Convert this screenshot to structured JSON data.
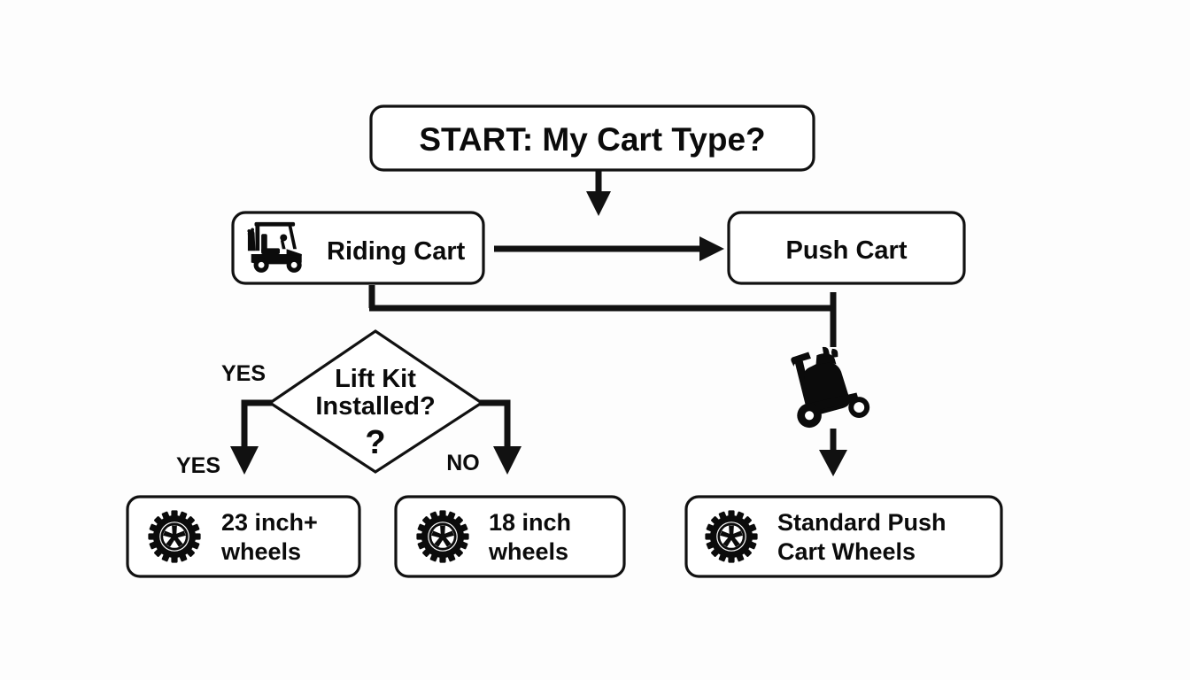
{
  "diagram": {
    "type": "flowchart",
    "title_node": "START: My Cart Type?",
    "background_color": "#fdfdfd",
    "line_color": "#111111",
    "text_color": "#0b0b0b",
    "nodes": {
      "start": {
        "label": "START: My Cart Type?",
        "shape": "rounded-rect"
      },
      "riding_cart": {
        "label": "Riding Cart",
        "shape": "rounded-rect",
        "icon": "golf-cart-icon"
      },
      "push_cart": {
        "label": "Push Cart",
        "shape": "rounded-rect"
      },
      "decision": {
        "line1": "Lift Kit",
        "line2": "Installed?",
        "mark": "?",
        "shape": "diamond"
      },
      "result_big_wheels": {
        "line1": "23 inch+",
        "line2": "wheels",
        "shape": "rounded-rect",
        "icon": "tire-icon"
      },
      "result_std_wheels": {
        "line1": "18 inch",
        "line2": "wheels",
        "shape": "rounded-rect",
        "icon": "tire-icon"
      },
      "result_push_wheels": {
        "line1": "Standard Push",
        "line2": "Cart Wheels",
        "shape": "rounded-rect",
        "icon": "tire-icon"
      }
    },
    "edge_labels": {
      "yes_upper": "YES",
      "yes_lower": "YES",
      "no": "NO"
    },
    "icons": {
      "golf_cart": "golf-cart-icon",
      "push_trolley": "push-cart-trolley-icon",
      "tire": "tire-icon"
    }
  }
}
